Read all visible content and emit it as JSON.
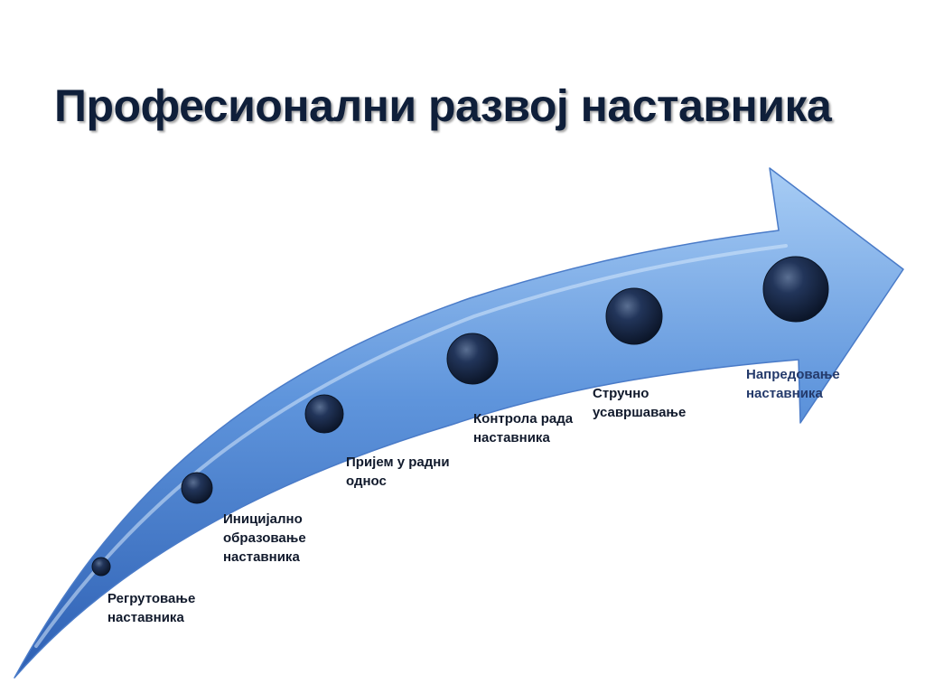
{
  "title": "Професионални развој наставника",
  "steps": [
    {
      "label": "Регрутовање\nнаставника"
    },
    {
      "label": "Иницијално\nобразовање\nнаставника"
    },
    {
      "label": "Пријем у радни\nоднос"
    },
    {
      "label": "Контрола рада\nнаставника"
    },
    {
      "label": "Стручно\nусавршавање"
    },
    {
      "label": "Напредовање\nнаставника"
    }
  ],
  "colors": {
    "arrow_light": "#9cc3f0",
    "arrow_mid": "#5b8fd8",
    "arrow_dark": "#2f63b8",
    "node": "#1a2b4a",
    "title": "#0f1f3a"
  }
}
